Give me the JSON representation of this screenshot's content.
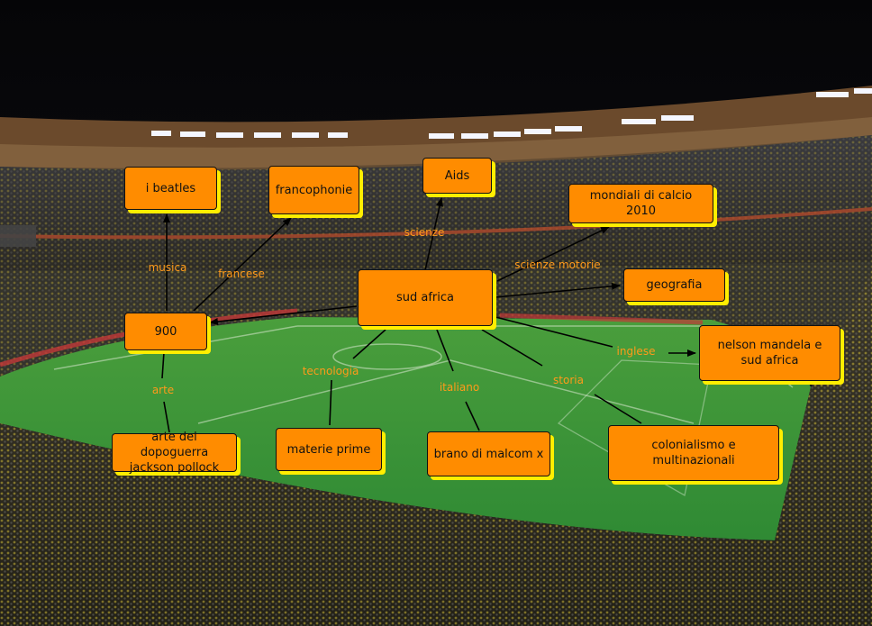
{
  "background": {
    "scene": "night-stadium-crowd",
    "colors": {
      "sky": "#070709",
      "pitch": "#3f9a3a",
      "crowd": "#2b2a24",
      "node_fill": "#ff8c00",
      "node_shadow": "#ffee00",
      "label": "#ff9a1a"
    }
  },
  "nodes": {
    "central": "sud africa",
    "beatles": "i beatles",
    "francophonie": "francophonie",
    "aids": "Aids",
    "mondiali": "mondiali di calcio 2010",
    "geografia": "geografia",
    "mandela": "nelson mandela e\nsud africa",
    "novecento": "900",
    "arte_dopoguerra": "arte del dopoguerra\njackson pollock",
    "materie_prime": "materie prime",
    "malcom": "brano di malcom x",
    "colonialismo": "colonialismo e multinazionali"
  },
  "edge_labels": {
    "musica": "musica",
    "francese": "francese",
    "scienze": "scienze",
    "scienze_motorie": "scienze motorie",
    "inglese": "inglese",
    "tecnologia": "tecnologia",
    "italiano": "italiano",
    "storia": "storia",
    "arte": "arte"
  }
}
